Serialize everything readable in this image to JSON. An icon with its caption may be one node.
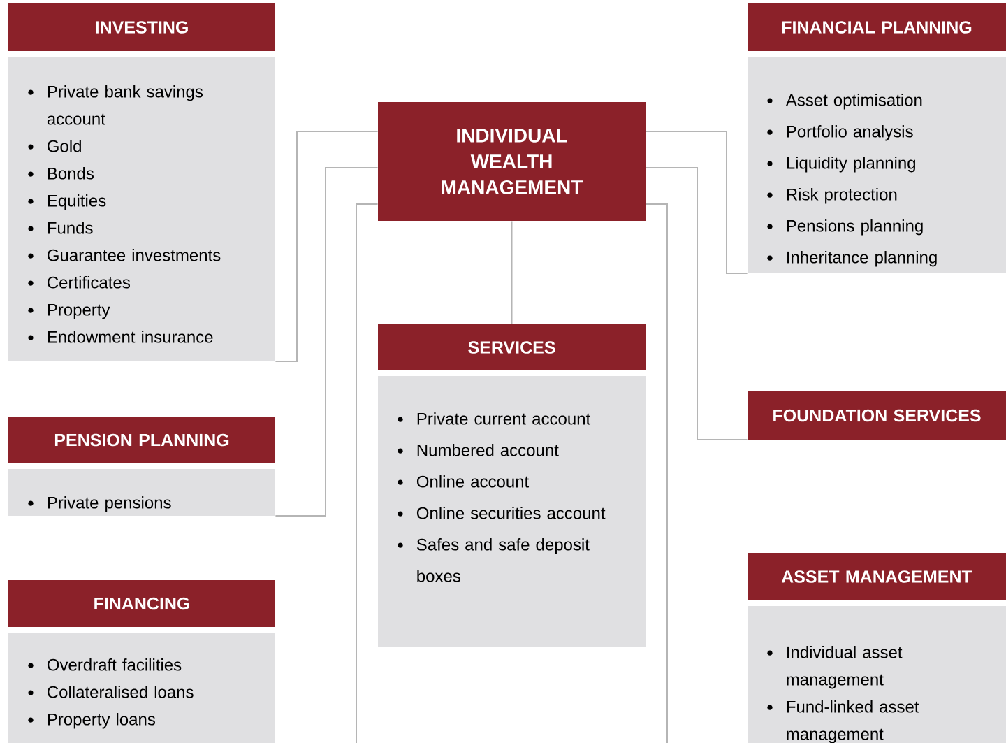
{
  "diagram": {
    "nodes": [
      {
        "text": [
          "INVESTING",
          "Private bank savings account",
          "Gold",
          "Bonds",
          "Equities",
          "Funds",
          "Guarantee investments",
          "Certificates",
          "Property",
          "Endowment insurance"
        ]
      },
      {
        "text": [
          "INDIVIDUAL WEALTH MANAGEMENT"
        ]
      },
      {
        "text": [
          "FINANCIAL PLANNING",
          "Asset optimisation",
          "Portfolio analysis",
          "Liquidity planning",
          "Risk protection",
          "Pensions planning",
          "Inheritance planning"
        ]
      },
      {
        "text": [
          "SERVICES",
          "Private current account",
          "Numbered account",
          "Online account",
          "Online securities account",
          "Safes and safe deposit boxes"
        ]
      },
      {
        "text": [
          "PENSION PLANNING",
          "Private pensions"
        ]
      },
      {
        "text": [
          "FOUNDATION SERVICES"
        ]
      },
      {
        "text": [
          "FINANCING",
          "Overdraft facilities",
          "Collateralised loans",
          "Property loans"
        ]
      },
      {
        "text": [
          "ASSET MANAGEMENT",
          "Individual asset management",
          "Fund-linked asset management"
        ]
      }
    ],
    "edges": [
      {
        "from": 1,
        "to": 0,
        "arrow": "none"
      },
      {
        "from": 1,
        "to": 4,
        "arrow": "none"
      },
      {
        "from": 1,
        "to": null,
        "arrow": "none"
      },
      {
        "from": 1,
        "to": 3,
        "arrow": "none"
      },
      {
        "from": 1,
        "to": 2,
        "arrow": "none"
      },
      {
        "from": 1,
        "to": 5,
        "arrow": "none"
      },
      {
        "from": 1,
        "to": null,
        "arrow": "none"
      }
    ]
  }
}
